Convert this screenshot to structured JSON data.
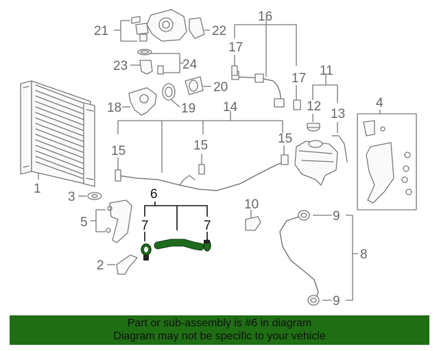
{
  "callouts": {
    "c1": "1",
    "c2": "2",
    "c3": "3",
    "c4": "4",
    "c5": "5",
    "c6": "6",
    "c7a": "7",
    "c7b": "7",
    "c8": "8",
    "c9a": "9",
    "c9b": "9",
    "c10": "10",
    "c11": "11",
    "c12": "12",
    "c13": "13",
    "c14": "14",
    "c15a": "15",
    "c15b": "15",
    "c15c": "15",
    "c16": "16",
    "c17a": "17",
    "c17b": "17",
    "c18": "18",
    "c19": "19",
    "c20": "20",
    "c21": "21",
    "c22": "22",
    "c23": "23",
    "c24": "24"
  },
  "banner": {
    "line1": "Part or sub-assembly is #6 in diagram",
    "line2": "Diagram may not be specific to your vehicle",
    "color": "#1f6e14"
  },
  "highlight": {
    "part": "6",
    "color": "#1e6b1e"
  }
}
